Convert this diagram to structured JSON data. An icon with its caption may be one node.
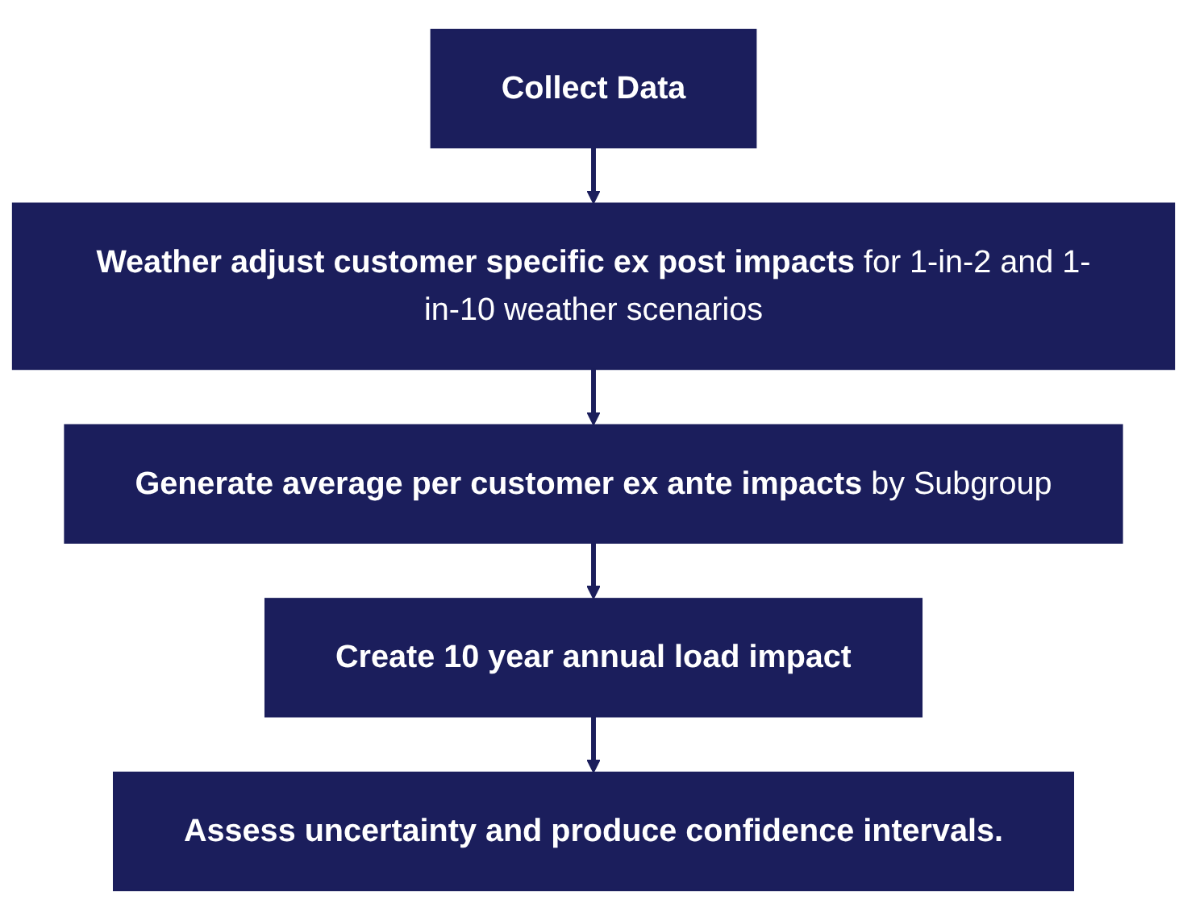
{
  "diagram": {
    "nodes": [
      {
        "text": [
          "Collect Data"
        ]
      },
      {
        "text": [
          "**Weather adjust customer specific ex post impacts** for 1-in-2 and 1-in-10 weather scenarios"
        ]
      },
      {
        "text": [
          "**Generate average per customer ex ante impacts** by Subgroup"
        ]
      },
      {
        "text": [
          "Create 10 year annual load impact"
        ]
      },
      {
        "text": [
          "Assess uncertainty and produce confidence intervals."
        ]
      }
    ],
    "edges": [
      {
        "from": 0,
        "to": 1,
        "arrow": "to"
      },
      {
        "from": 1,
        "to": 2,
        "arrow": "to"
      },
      {
        "from": 2,
        "to": 3,
        "arrow": "to"
      },
      {
        "from": 3,
        "to": 4,
        "arrow": "to"
      }
    ]
  }
}
